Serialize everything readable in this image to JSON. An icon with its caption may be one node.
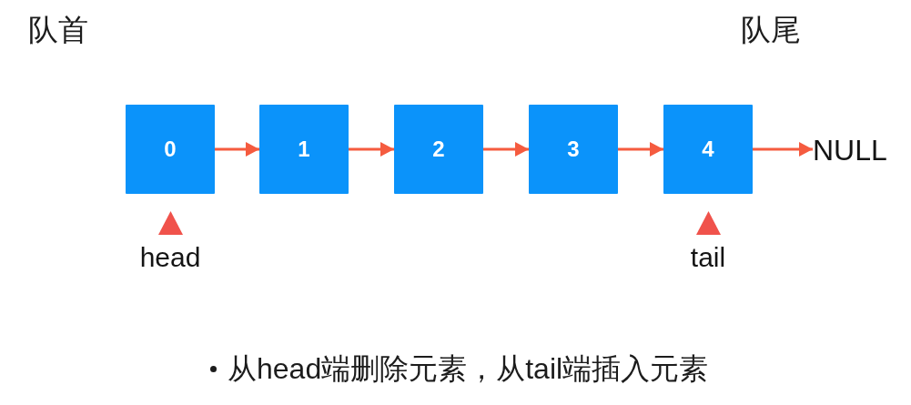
{
  "diagram": {
    "nodes": [
      {
        "text": [
          "0"
        ],
        "beside": [
          "head"
        ]
      },
      {
        "text": [
          "1"
        ]
      },
      {
        "text": [
          "2"
        ]
      },
      {
        "text": [
          "3"
        ]
      },
      {
        "text": [
          "4"
        ],
        "beside": [
          "tail"
        ]
      },
      {
        "text": [
          "NULL"
        ]
      }
    ],
    "edges": [
      {
        "from": 0,
        "to": 1,
        "arrow": "to"
      },
      {
        "from": 1,
        "to": 2,
        "arrow": "to"
      },
      {
        "from": 2,
        "to": 3,
        "arrow": "to"
      },
      {
        "from": 3,
        "to": 4,
        "arrow": "to"
      },
      {
        "from": 4,
        "to": 5,
        "arrow": "to"
      }
    ],
    "labels": [
      "队首",
      "队尾",
      "从head端删除元素，从tail端插入元素"
    ]
  }
}
